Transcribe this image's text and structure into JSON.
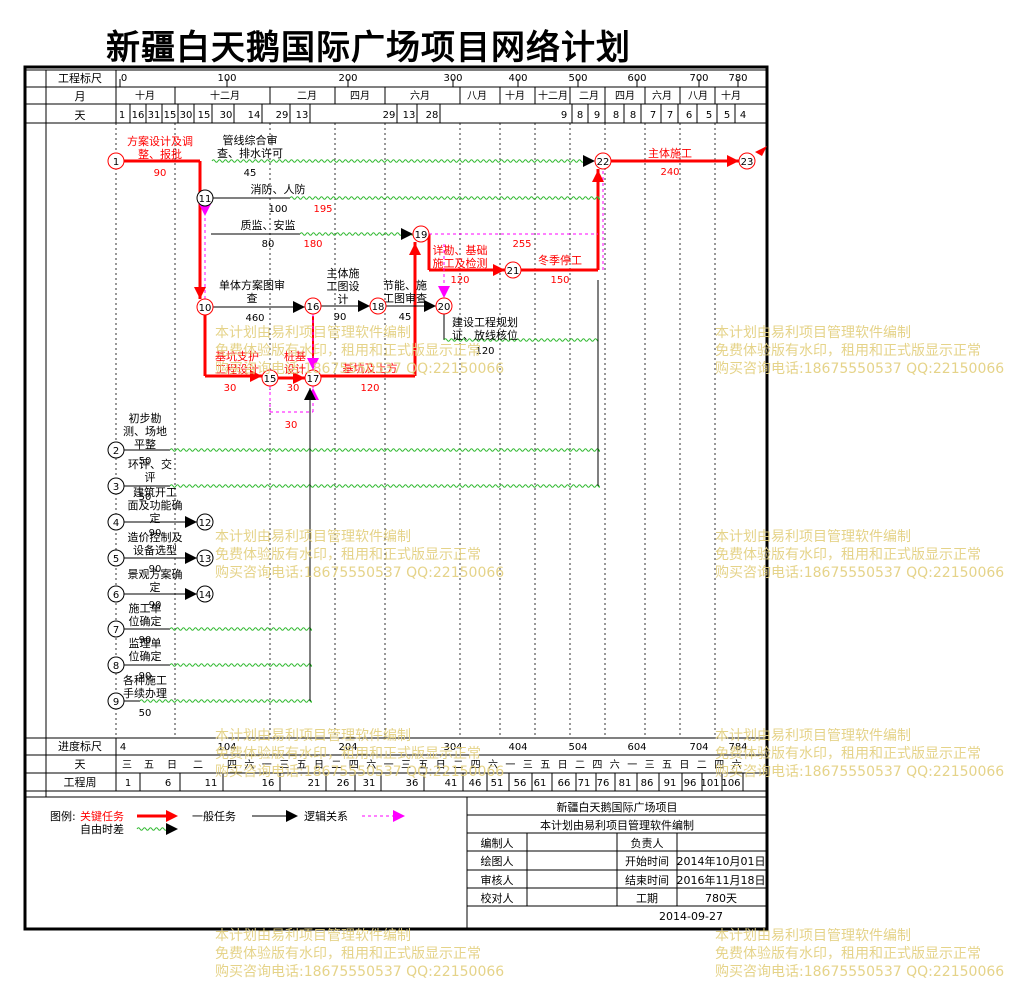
{
  "title": "新疆白天鹅国际广场项目网络计划",
  "top_scale": {
    "label_ruler": "工程标尺",
    "label_month": "月",
    "label_day": "天",
    "ruler": [
      "0",
      "100",
      "200",
      "300",
      "400",
      "500",
      "600",
      "700",
      "780"
    ],
    "months": [
      "十月",
      "十二月",
      "二月",
      "四月",
      "六月",
      "八月",
      "十月",
      "十二月",
      "二月",
      "四月",
      "六月",
      "八月",
      "十月"
    ],
    "days": [
      "1",
      "16",
      "31",
      "15",
      "30",
      "15",
      "30",
      "14",
      "29",
      "13",
      "29",
      "13",
      "28",
      "9",
      "8",
      "9",
      "8",
      "8",
      "7",
      "7",
      "6",
      "5",
      "5",
      "4"
    ]
  },
  "bottom_scale": {
    "label_progress": "进度标尺",
    "label_day": "天",
    "label_week": "工程周",
    "ruler": [
      "4",
      "104",
      "204",
      "304",
      "404",
      "504",
      "604",
      "704",
      "784"
    ],
    "weekdays": [
      "三",
      "五",
      "日",
      "二",
      "四",
      "六",
      "一",
      "三",
      "五",
      "日",
      "二",
      "四",
      "六",
      "一",
      "三",
      "五",
      "日",
      "二",
      "四",
      "六",
      "一",
      "三",
      "五",
      "日",
      "二",
      "四",
      "六",
      "一",
      "三",
      "五",
      "日",
      "二",
      "四",
      "六"
    ],
    "weeks": [
      "1",
      "6",
      "11",
      "16",
      "21",
      "26",
      "31",
      "36",
      "41",
      "46",
      "51",
      "56",
      "61",
      "66",
      "71",
      "76",
      "81",
      "86",
      "91",
      "96",
      "101",
      "106"
    ]
  },
  "nodes": [
    "1",
    "2",
    "3",
    "4",
    "5",
    "6",
    "7",
    "8",
    "9",
    "10",
    "11",
    "12",
    "13",
    "14",
    "15",
    "16",
    "17",
    "18",
    "19",
    "20",
    "21",
    "22",
    "23"
  ],
  "activities": {
    "a1_2": [
      "方案设计及调",
      "整、报批"
    ],
    "d1_2": "90",
    "a_pipe": [
      "管线综合审",
      "查、排水许可"
    ],
    "d_pipe": "45",
    "a_fire": "消防、人防",
    "d_fire": "100",
    "f_fire": "195",
    "a_qa": "质监、安监",
    "d_qa": "80",
    "f_qa": "180",
    "a_single": [
      "单体方案图审",
      "查"
    ],
    "d_single": "460",
    "a_main": [
      "主体施",
      "工图设",
      "计"
    ],
    "d_main": "90",
    "a_energy": [
      "节能、施",
      "工图审查"
    ],
    "d_energy": "45",
    "a_plan": [
      "建设工程规划",
      "证、放线核位"
    ],
    "d_plan": "120",
    "a_geo": [
      "详勘、基础",
      "施工及检测"
    ],
    "d_geo": "120",
    "f_geo": "255",
    "a_winter": "冬季停工",
    "d_winter": "150",
    "a_build": "主体施工",
    "d_build": "240",
    "a_pit": [
      "基坑支护",
      "工程设计"
    ],
    "d_pit": "30",
    "a_pile": [
      "桩基",
      "设计"
    ],
    "d_pile": "30",
    "f_pile": "30",
    "a_earth": "基坑及土方",
    "d_earth": "120",
    "a_survey": [
      "初步勘",
      "测、场地",
      "平整"
    ],
    "d_survey": "50",
    "a_env": [
      "环评、交",
      "评"
    ],
    "d_env": "50",
    "a_func": [
      "建筑开工",
      "面及功能确",
      "定"
    ],
    "d_func": "90",
    "a_cost": [
      "造价控制及",
      "设备选型"
    ],
    "d_cost": "90",
    "a_land": [
      "景观方案确",
      "定"
    ],
    "d_land": "90",
    "a_contractor": [
      "施工单",
      "位确定"
    ],
    "d_contractor": "90",
    "a_super": [
      "监理单",
      "位确定"
    ],
    "d_super": "90",
    "a_permit": [
      "各种施工",
      "手续办理"
    ],
    "d_permit": "50"
  },
  "legend": {
    "title": "图例:",
    "critical": "关键任务",
    "float": "自由时差",
    "normal": "一般任务",
    "logic": "逻辑关系"
  },
  "info_table": {
    "project": "新疆白天鹅国际广场项目",
    "made_by": "本计划由易利项目管理软件编制",
    "compiler_label": "编制人",
    "owner_label": "负责人",
    "drawer_label": "绘图人",
    "start_label": "开始时间",
    "start_value": "2014年10月01日",
    "reviewer_label": "审核人",
    "end_label": "结束时间",
    "end_value": "2016年11月18日",
    "checker_label": "校对人",
    "duration_label": "工期",
    "duration_value": "780天",
    "date": "2014-09-27"
  },
  "watermark": {
    "line1": "本计划由易利项目管理软件编制",
    "line2": "免费体验版有水印，租用和正式版显示正常",
    "line3": "购买咨询电话:18675550537 QQ:22150066"
  },
  "colors": {
    "critical": "#ff0000",
    "float": "#2db82d",
    "logic": "#ff00ff",
    "normal": "#000000",
    "watermark": "#e3cf7d"
  }
}
